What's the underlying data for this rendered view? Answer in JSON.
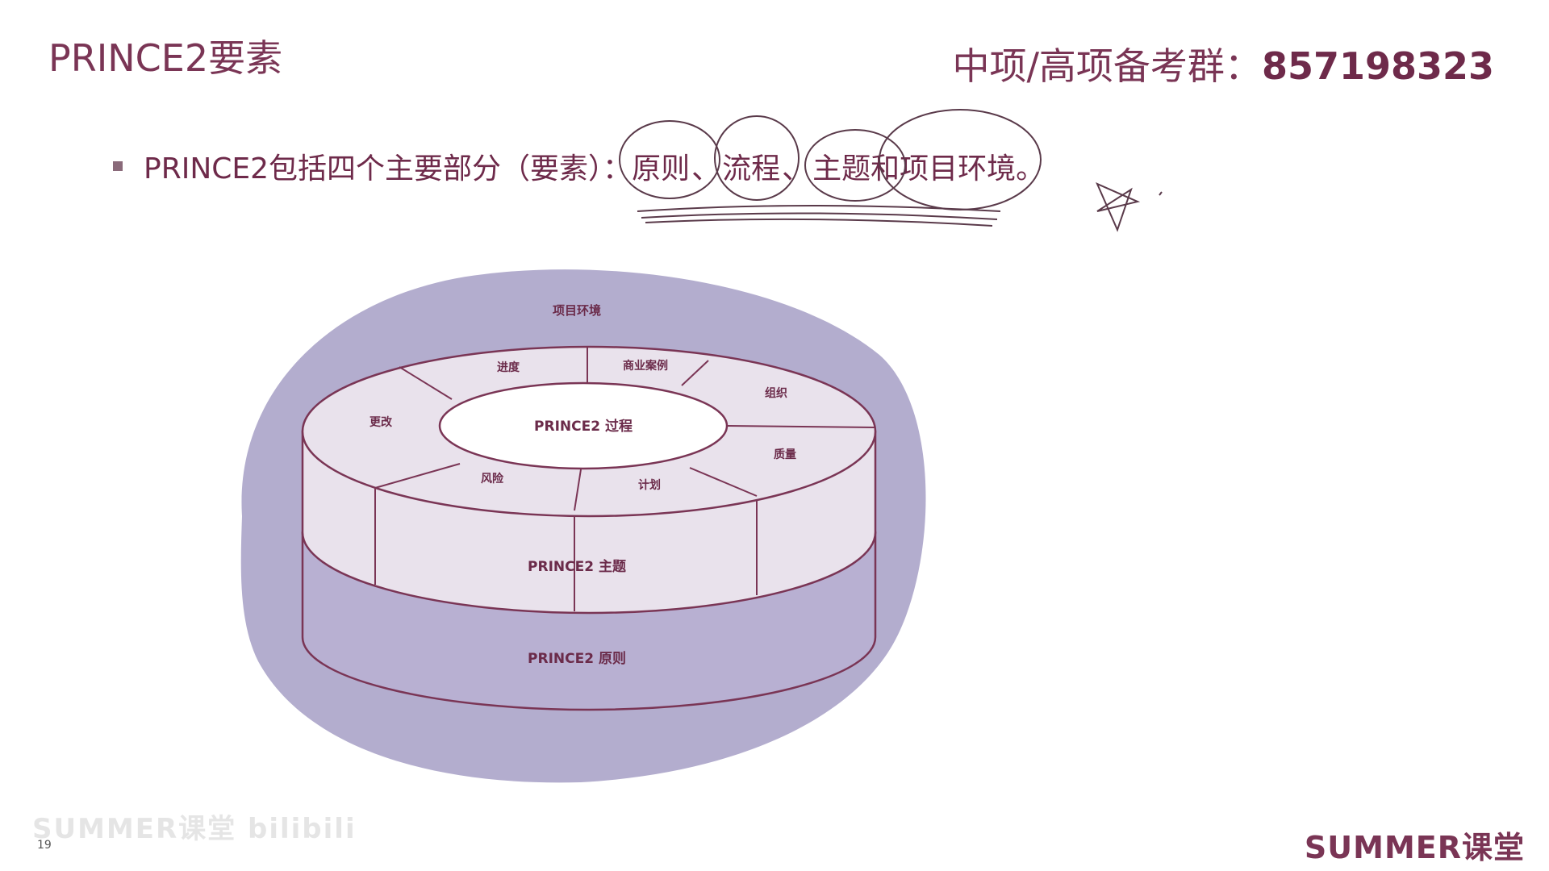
{
  "slide": {
    "title": "PRINCE2要素",
    "group_label": "中项/高项备考群：",
    "group_number": "857198323",
    "bullet_prefix": "PRINCE2包括四个主要部分（要素）：",
    "bullet_items": [
      "原则",
      "流程",
      "主题和项目环境。"
    ],
    "bullet_separators": [
      "、",
      "、"
    ],
    "page_number": "19",
    "watermark": "SUMMER课堂 bilibili",
    "brand": "SUMMER课堂"
  },
  "diagram": {
    "environment": "项目环境",
    "center": "PRINCE2 过程",
    "themes": [
      "进度",
      "商业案例",
      "组织",
      "质量",
      "计划",
      "风险",
      "更改"
    ],
    "themes_band": "PRINCE2 主题",
    "principles_band": "PRINCE2 原则"
  },
  "colors": {
    "text": "#6e2a4a",
    "environment_fill": "#b3adce",
    "segment_fill": "#e9e2ec",
    "base_fill": "#b8b0d2",
    "stroke": "#7a3555"
  }
}
